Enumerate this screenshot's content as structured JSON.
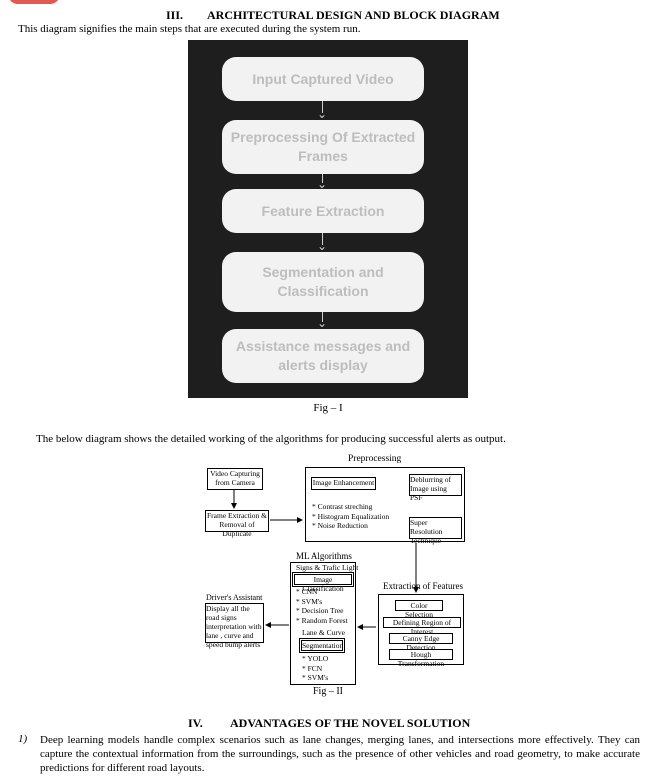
{
  "section3": {
    "number": "III.",
    "title": "ARCHITECTURAL DESIGN AND BLOCK DIAGRAM",
    "intro": "This diagram signifies the main steps that are executed during the system run."
  },
  "fig1": {
    "steps": [
      "Input Captured Video",
      "Preprocessing Of Extracted Frames",
      "Feature Extraction",
      "Segmentation and Classification",
      "Assistance messages and alerts display"
    ],
    "caption": "Fig – I"
  },
  "fig2_intro": "The below diagram shows the detailed working of the algorithms for producing successful alerts as output.",
  "fig2": {
    "preprocessing_title": "Preprocessing",
    "video_capture": "Video Capturing from Camera",
    "frame_extraction": "Frame Extraction & Removal of Duplicate",
    "image_enhancement": "Image Enhancement",
    "enhancement_list": [
      "* Contrast streching",
      "* Histogram Equalization",
      "* Noise Reduction"
    ],
    "deblurring": "Deblurring of Image using PSF",
    "super_resolution": "Super Resolution Technique",
    "ml_title": "ML Algorithms",
    "signs_title": "Signs & Trafic Light",
    "image_classification": "Image Classification",
    "classification_list": [
      "* CNN",
      "* SVM's",
      "* Decision Tree",
      "* Random Forest"
    ],
    "lane_title": "Lane & Curve",
    "segmentation": "Segmentation",
    "segmentation_list": [
      "* YOLO",
      "* FCN",
      "* SVM's"
    ],
    "features_title": "Extraction of Features",
    "features": [
      "Color Selection",
      "Defining Region of Interest",
      "Canny Edge Detection",
      "Hough Transformation"
    ],
    "assistant_title": "Driver's Assistant",
    "assistant_text": "Display all the road signs interpretation with lane , curve and speed bump alerts",
    "caption": "Fig – II"
  },
  "section4": {
    "number": "IV.",
    "title": "ADVANTAGES OF THE NOVEL SOLUTION",
    "item_marker": "1)",
    "item_text": "Deep learning models handle complex scenarios such as lane changes, merging lanes, and intersections more effectively. They can capture  the contextual information from the surroundings, such as the presence of other vehicles and road geometry, to make accurate predictions for  different road layouts."
  }
}
